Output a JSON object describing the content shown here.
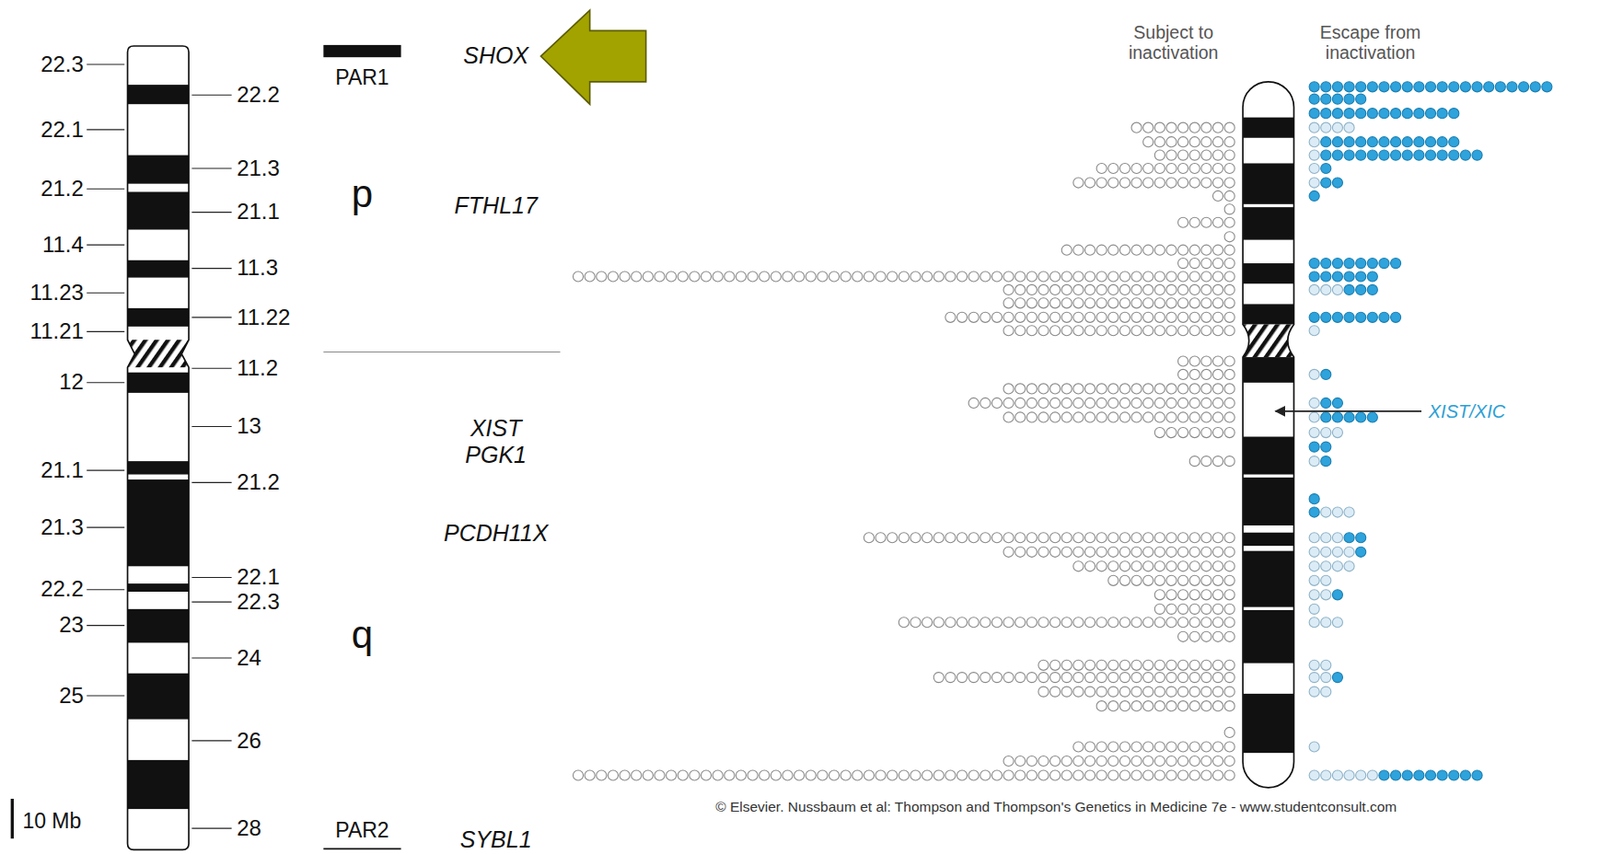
{
  "diagram": {
    "labels": [
      "22.3",
      "22.1",
      "21.2",
      "11.4",
      "11.23",
      "11.21",
      "12",
      "21.1",
      "21.3",
      "22.2",
      "23",
      "25",
      "22.2",
      "21.3",
      "21.1",
      "11.3",
      "11.22",
      "11.2",
      "13",
      "21.2",
      "22.1",
      "22.3",
      "24",
      "26",
      "28",
      "10 Mb",
      "PAR1",
      "p",
      "q",
      "PAR2",
      "SHOX",
      "FTHL17",
      "XIST",
      "PGK1",
      "PCDH11X",
      "SYBL1",
      "Subject to inactivation",
      "Escape from inactivation",
      "XIST/XIC",
      "© Elsevier. Nussbaum et al: Thompson and Thompson's Genetics in Medicine 7e - www.studentconsult.com"
    ]
  }
}
